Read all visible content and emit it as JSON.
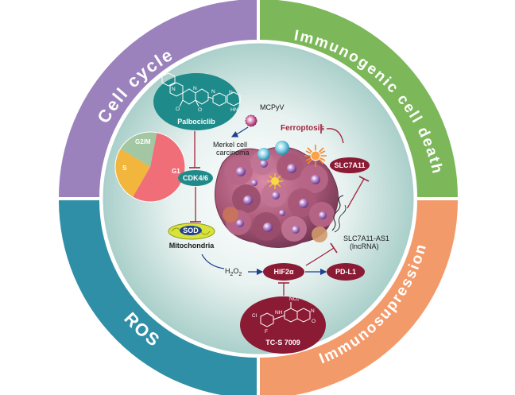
{
  "sectors": {
    "cell_cycle": "Cell cycle",
    "immunogenic": "Immunogenic cell death",
    "ros": "ROS",
    "immunosupression": "Immunosupression"
  },
  "labels": {
    "palbociclib": "Palbociclib",
    "cdk": "CDK4/6",
    "sod": "SOD",
    "mitochondria": "Mitochondria",
    "h2o2_main": "H",
    "h2o2_sub1": "2",
    "h2o2_o": "O",
    "h2o2_sub2": "2",
    "hif": "HIF2α",
    "pdl1": "PD-L1",
    "tcs": "TC-S 7009",
    "mcpyv": "MCPyV",
    "merkel_line1": "Merkel cell",
    "merkel_line2": "carcinoma",
    "ferroptosis": "Ferroptosis",
    "slc7a11": "SLC7A11",
    "slc_as1_line1": "SLC7A11-AS1",
    "slc_as1_line2": "(lncRNA)"
  },
  "pie": {
    "labels": {
      "g2m": "G2/M",
      "s": "S",
      "g1": "G1"
    },
    "colors": {
      "g2m": "#a3c7a3",
      "s": "#f2b63d",
      "g1": "#ef6e78"
    }
  },
  "molecules": {
    "palbociclib_atoms": {
      "n1": "N",
      "n2": "N",
      "n3": "N",
      "n4": "N",
      "nh": "HN",
      "o1": "O",
      "o2": "O"
    },
    "tcs_atoms": {
      "no2": "NO₂",
      "cl": "Cl",
      "f": "F",
      "nh": "NH",
      "n": "N",
      "o": "O"
    }
  },
  "colors": {
    "cell_cycle": "#9b82bc",
    "immunogenic": "#7cb85a",
    "ros": "#2e8fa6",
    "immunosupression": "#f39a6a",
    "teal_drug": "#1f8a8a",
    "maroon": "#8b1a34",
    "ferroptosis": "#a0253e"
  }
}
